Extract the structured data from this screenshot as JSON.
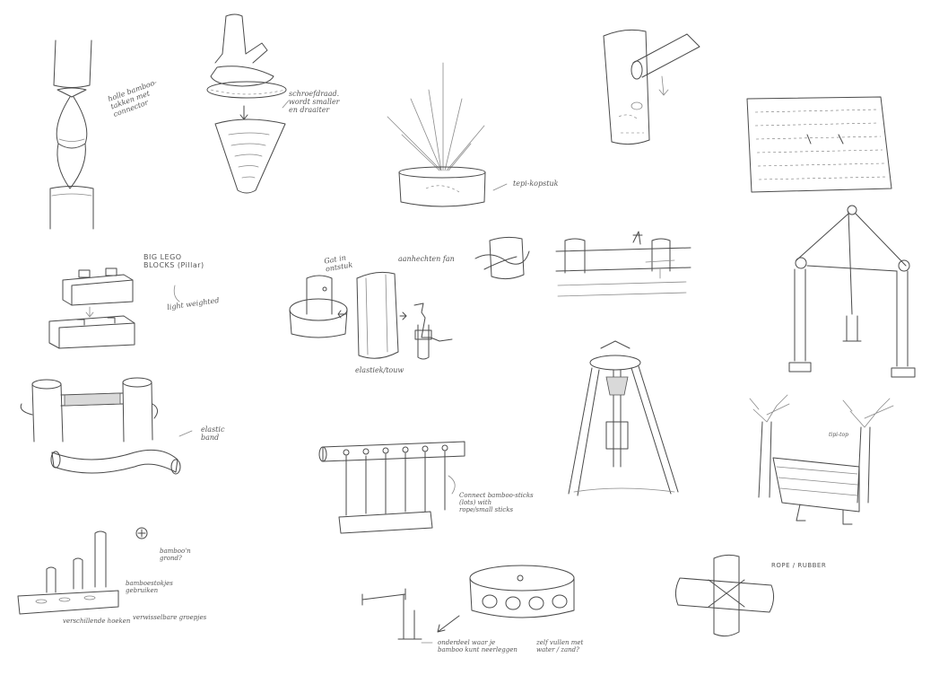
{
  "sheet": {
    "notes": {
      "holle_bamboo": "holle bamboo-\ntakken met\nconnector",
      "schroefdraad": "schroefdraad.\nwordt smaller\nen draaiter",
      "tepi_kopstuk": "tepi-kopstuk",
      "big_lego_blocks": "BIG LEGO\nBLOCKS (Pillar)",
      "light_weighted": "light weighted",
      "gat_in_ontstuk": "Gat in\nontstuk",
      "aanhechten": "aanhechten fan",
      "elastiek_touw": "elastiek/touw",
      "elastic_band": "elastic\nband",
      "connect_bamboo": "Connect bamboo-sticks\n(lots) with\nrope/small sticks",
      "rope_rubber": "ROPE / RUBBER",
      "bamboo_hoorn": "bamboo'n\ngrond?",
      "bamboestokjes": "bamboestokjes\ngebruiken",
      "verschillende_hoeken": "verschillende hoeken",
      "verwisselbare_groepjes": "verwisselbare groepjes",
      "onderdeel_wieke": "onderdeel waar je\nbamboo kunt neerleggen",
      "zelf_vullen": "zelf vullen met\nwater / zand?",
      "tipi_label": "tipi-top"
    }
  }
}
